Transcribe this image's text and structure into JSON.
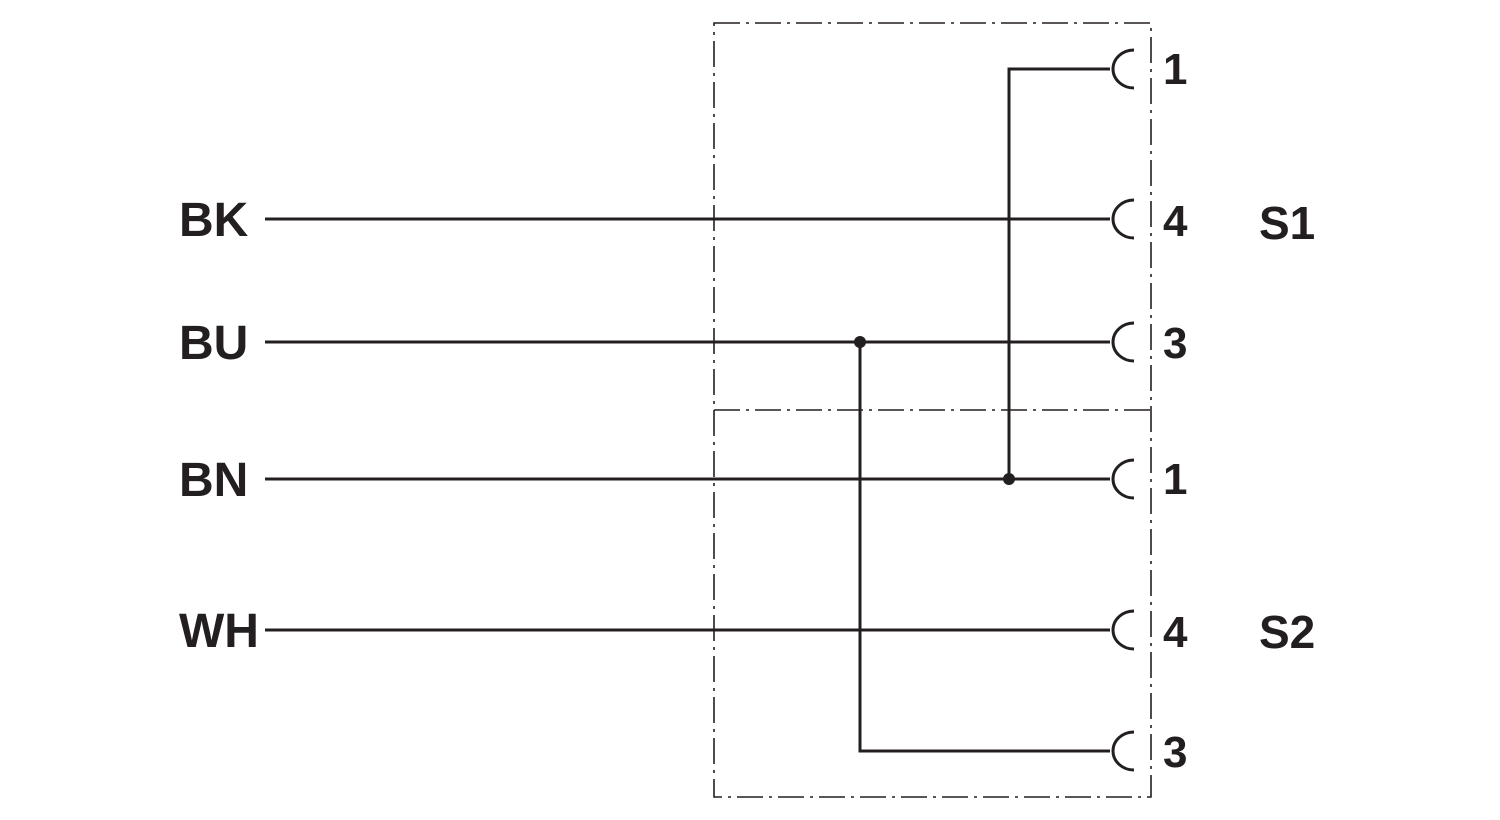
{
  "wires": [
    {
      "id": "bk",
      "label": "BK"
    },
    {
      "id": "bu",
      "label": "BU"
    },
    {
      "id": "bn",
      "label": "BN"
    },
    {
      "id": "wh",
      "label": "WH"
    }
  ],
  "connectors": [
    {
      "id": "s1",
      "label": "S1",
      "pins": [
        "1",
        "4",
        "3"
      ]
    },
    {
      "id": "s2",
      "label": "S2",
      "pins": [
        "1",
        "4",
        "3"
      ]
    }
  ],
  "colors": {
    "line": "#231f20",
    "background": "#ffffff"
  }
}
